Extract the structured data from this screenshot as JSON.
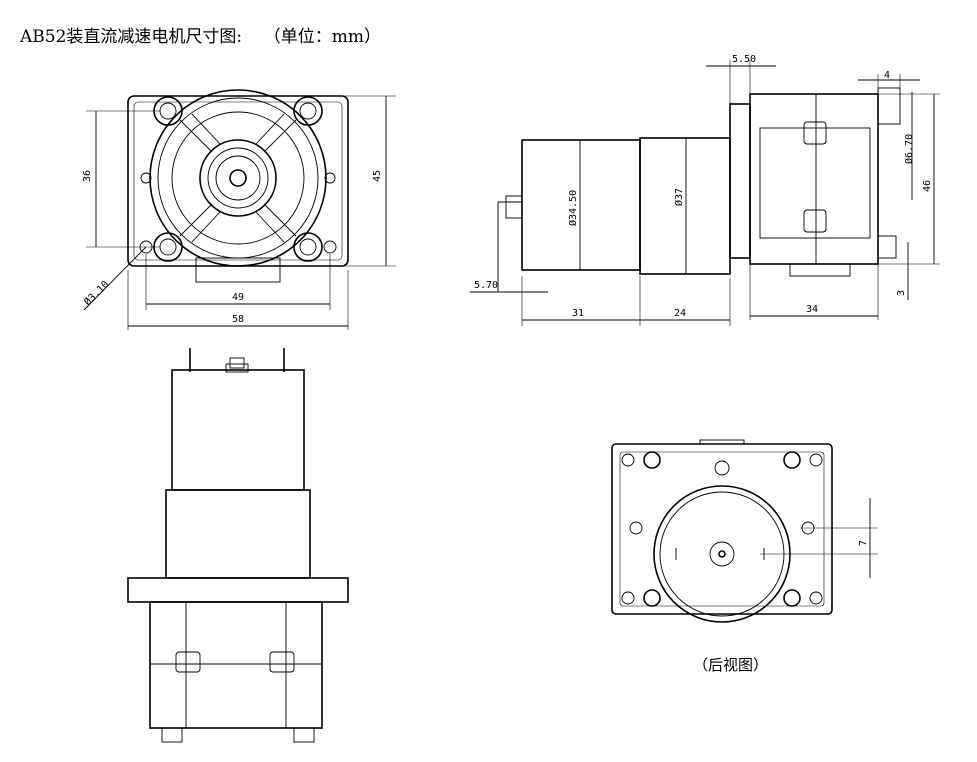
{
  "title": "AB52装直流减速电机尺寸图:    （单位：mm）",
  "caption": "（后视图）",
  "dimensions": {
    "front_height_inner": "36",
    "front_height_outer": "45",
    "front_hole_dia": "Ø3.10",
    "front_width_inner": "49",
    "front_width_outer": "58",
    "side_flange": "5.50",
    "side_shaft_len": "4",
    "side_shaft_dia": "Ø6.70",
    "side_height": "46",
    "side_base": "3",
    "side_motor_dia": "Ø34.50",
    "side_gear_dia": "Ø37",
    "side_terminal": "5.70",
    "side_motor_len": "31",
    "side_gear_len": "24",
    "side_head_len": "34",
    "back_offset": "7"
  }
}
